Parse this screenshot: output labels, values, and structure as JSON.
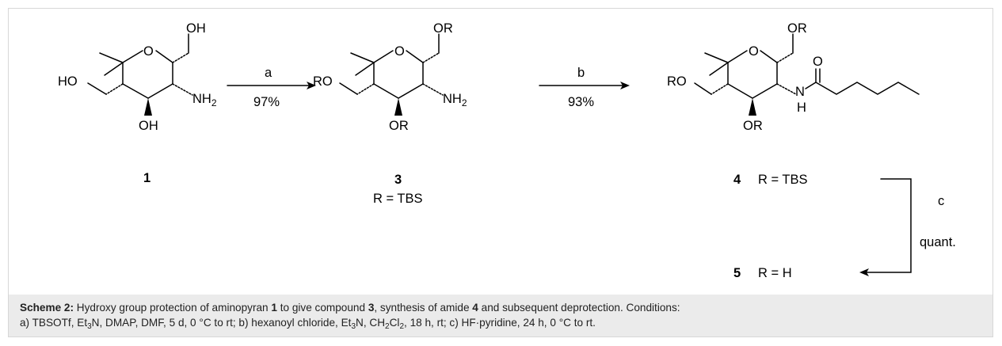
{
  "scheme": {
    "compound1": {
      "number": "1",
      "oh_top": "OH",
      "ho_left": "HO",
      "oh_bottom": "OH",
      "nh2": "NH",
      "nh2_sub": "2",
      "ring_o": "O"
    },
    "compound3": {
      "number": "3",
      "r_def": "R = TBS",
      "or_top": "OR",
      "ro_left": "RO",
      "or_bottom": "OR",
      "nh2": "NH",
      "nh2_sub": "2",
      "ring_o": "O"
    },
    "compound4": {
      "number": "4",
      "r_def": "R = TBS",
      "or_top": "OR",
      "ro_left": "RO",
      "or_bottom": "OR",
      "nh": "N",
      "h": "H",
      "carbonyl_o": "O",
      "ring_o": "O"
    },
    "compound5": {
      "number": "5",
      "r_def": "R = H"
    },
    "step_a": {
      "reagent": "a",
      "yield": "97%"
    },
    "step_b": {
      "reagent": "b",
      "yield": "93%"
    },
    "step_c": {
      "reagent": "c",
      "yield": "quant."
    }
  },
  "caption": {
    "label": "Scheme 2:",
    "t1": " Hydroxy group protection of aminopyran ",
    "n1": "1",
    "t2": " to give compound ",
    "n3": "3",
    "t3": ", synthesis of amide ",
    "n4": "4",
    "t4": " and subsequent deprotection. Conditions:",
    "l2a": "a) TBSOTf, Et",
    "l2a_sub": "3",
    "l2b": "N, DMAP, DMF, 5 d, 0 °C to rt; b) hexanoyl chloride, Et",
    "l2b_sub": "3",
    "l2c": "N, CH",
    "l2c_sub1": "2",
    "l2d": "Cl",
    "l2d_sub2": "2",
    "l2e": ", 18 h, rt; c) HF·pyridine, 24 h, 0 °C to rt."
  }
}
